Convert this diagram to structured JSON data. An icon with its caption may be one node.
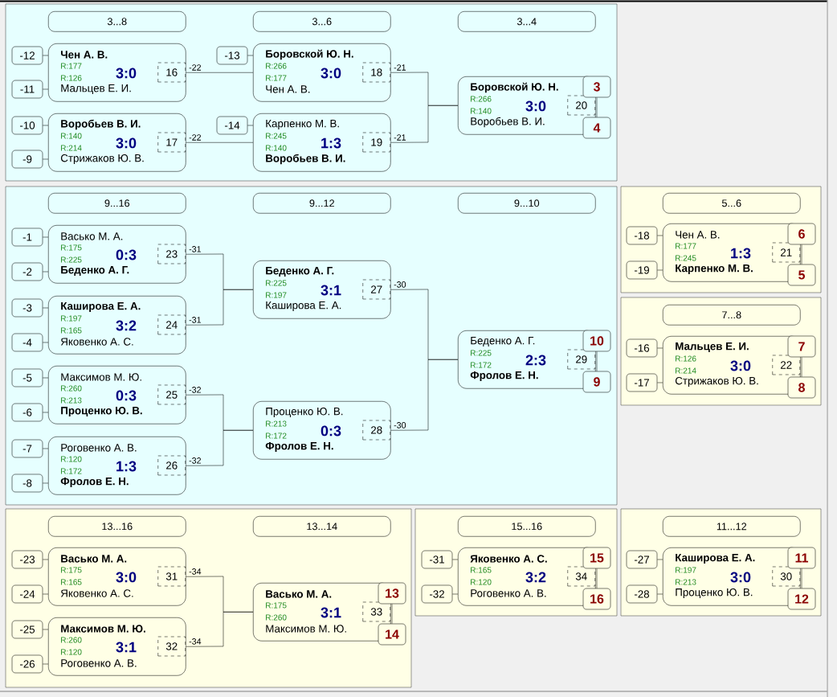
{
  "diagram": {
    "nodes": [
      {
        "text": [],
        "shape": "box"
      },
      {
        "text": [
          "3...8"
        ],
        "in": 0
      },
      {
        "text": [
          "3...6"
        ],
        "in": 0
      },
      {
        "text": [
          "3...4"
        ],
        "in": 0
      },
      {
        "text": [
          "-12"
        ],
        "in": 0
      },
      {
        "text": [
          "-11"
        ],
        "in": 0
      },
      {
        "text": [
          "Чен А. В.",
          "R:177",
          "R:126",
          "3:0",
          "Мальцев Е. И."
        ],
        "in": 0
      },
      {
        "text": [
          "16"
        ],
        "in": 6
      },
      {
        "text": [
          "-10"
        ],
        "in": 0
      },
      {
        "text": [
          "-9"
        ],
        "in": 0
      },
      {
        "text": [
          "Воробьев В. И.",
          "R:140",
          "R:214",
          "3:0",
          "Стрижаков Ю. В."
        ],
        "in": 0
      },
      {
        "text": [
          "17"
        ],
        "in": 10
      },
      {
        "text": [
          "-13"
        ],
        "in": 0
      },
      {
        "text": [
          "Боровской Ю. Н.",
          "R:266",
          "R:177",
          "3:0",
          "Чен А. В."
        ],
        "in": 0
      },
      {
        "text": [
          "18"
        ],
        "in": 13
      },
      {
        "text": [
          "-14"
        ],
        "in": 0
      },
      {
        "text": [
          "Карпенко М. В.",
          "R:245",
          "R:140",
          "1:3",
          "Воробьев В. И."
        ],
        "in": 0
      },
      {
        "text": [
          "19"
        ],
        "in": 16
      },
      {
        "text": [
          "Боровской Ю. Н.",
          "R:266",
          "R:140",
          "3:0",
          "Воробьев В. И."
        ],
        "in": 0
      },
      {
        "text": [
          "20"
        ],
        "in": 18
      },
      {
        "text": [
          "3"
        ],
        "in": 0
      },
      {
        "text": [
          "4"
        ],
        "in": 0
      },
      {
        "text": [],
        "shape": "box"
      },
      {
        "text": [
          "9...16"
        ],
        "in": 22
      },
      {
        "text": [
          "9...12"
        ],
        "in": 22
      },
      {
        "text": [
          "9...10"
        ],
        "in": 22
      },
      {
        "text": [
          "-1"
        ],
        "in": 22
      },
      {
        "text": [
          "-2"
        ],
        "in": 22
      },
      {
        "text": [
          "Васько М. А.",
          "R:175",
          "R:225",
          "0:3",
          "Беденко А. Г."
        ],
        "in": 22
      },
      {
        "text": [
          "23"
        ],
        "in": 28
      },
      {
        "text": [
          "-3"
        ],
        "in": 22
      },
      {
        "text": [
          "-4"
        ],
        "in": 22
      },
      {
        "text": [
          "Каширова Е. А.",
          "R:197",
          "R:165",
          "3:2",
          "Яковенко А. С."
        ],
        "in": 22
      },
      {
        "text": [
          "24"
        ],
        "in": 32
      },
      {
        "text": [
          "-5"
        ],
        "in": 22
      },
      {
        "text": [
          "-6"
        ],
        "in": 22
      },
      {
        "text": [
          "Максимов М. Ю.",
          "R:260",
          "R:213",
          "0:3",
          "Проценко Ю. В."
        ],
        "in": 22
      },
      {
        "text": [
          "25"
        ],
        "in": 36
      },
      {
        "text": [
          "-7"
        ],
        "in": 22
      },
      {
        "text": [
          "-8"
        ],
        "in": 22
      },
      {
        "text": [
          "Роговенко А. В.",
          "R:120",
          "R:172",
          "1:3",
          "Фролов Е. Н."
        ],
        "in": 22
      },
      {
        "text": [
          "26"
        ],
        "in": 40
      },
      {
        "text": [
          "Беденко А. Г.",
          "R:225",
          "R:197",
          "3:1",
          "Каширова Е. А."
        ],
        "in": 22
      },
      {
        "text": [
          "27"
        ],
        "in": 42
      },
      {
        "text": [
          "Проценко Ю. В.",
          "R:213",
          "R:172",
          "0:3",
          "Фролов Е. Н."
        ],
        "in": 22
      },
      {
        "text": [
          "28"
        ],
        "in": 44
      },
      {
        "text": [
          "Беденко А. Г.",
          "R:225",
          "R:172",
          "2:3",
          "Фролов Е. Н."
        ],
        "in": 22
      },
      {
        "text": [
          "29"
        ],
        "in": 46
      },
      {
        "text": [
          "10"
        ],
        "in": 22
      },
      {
        "text": [
          "9"
        ],
        "in": 22
      },
      {
        "text": [],
        "shape": "box"
      },
      {
        "text": [
          "5...6"
        ],
        "in": 50
      },
      {
        "text": [
          "-18"
        ],
        "in": 50
      },
      {
        "text": [
          "-19"
        ],
        "in": 50
      },
      {
        "text": [
          "Чен А. В.",
          "R:177",
          "R:245",
          "1:3",
          "Карпенко М. В."
        ],
        "in": 50
      },
      {
        "text": [
          "21"
        ],
        "in": 54
      },
      {
        "text": [
          "6"
        ],
        "in": 50
      },
      {
        "text": [
          "5"
        ],
        "in": 50
      },
      {
        "text": [],
        "shape": "box"
      },
      {
        "text": [
          "7...8"
        ],
        "in": 58
      },
      {
        "text": [
          "-16"
        ],
        "in": 58
      },
      {
        "text": [
          "-17"
        ],
        "in": 58
      },
      {
        "text": [
          "Мальцев Е. И.",
          "R:126",
          "R:214",
          "3:0",
          "Стрижаков Ю. В."
        ],
        "in": 58
      },
      {
        "text": [
          "22"
        ],
        "in": 62
      },
      {
        "text": [
          "7"
        ],
        "in": 58
      },
      {
        "text": [
          "8"
        ],
        "in": 58
      },
      {
        "text": [],
        "shape": "box"
      },
      {
        "text": [
          "13...16"
        ],
        "in": 66
      },
      {
        "text": [
          "13...14"
        ],
        "in": 66
      },
      {
        "text": [
          "-23"
        ],
        "in": 66
      },
      {
        "text": [
          "-24"
        ],
        "in": 66
      },
      {
        "text": [
          "Васько М. А.",
          "R:175",
          "R:165",
          "3:0",
          "Яковенко А. С."
        ],
        "in": 66
      },
      {
        "text": [
          "31"
        ],
        "in": 71
      },
      {
        "text": [
          "-25"
        ],
        "in": 66
      },
      {
        "text": [
          "-26"
        ],
        "in": 66
      },
      {
        "text": [
          "Максимов М. Ю.",
          "R:260",
          "R:120",
          "3:1",
          "Роговенко А. В."
        ],
        "in": 66
      },
      {
        "text": [
          "32"
        ],
        "in": 75
      },
      {
        "text": [
          "Васько М. А.",
          "R:175",
          "R:260",
          "3:1",
          "Максимов М. Ю."
        ],
        "in": 66
      },
      {
        "text": [
          "33"
        ],
        "in": 77
      },
      {
        "text": [
          "13"
        ],
        "in": 66
      },
      {
        "text": [
          "14"
        ],
        "in": 66
      },
      {
        "text": [],
        "shape": "box"
      },
      {
        "text": [
          "15...16"
        ],
        "in": 81
      },
      {
        "text": [
          "-31"
        ],
        "in": 81
      },
      {
        "text": [
          "-32"
        ],
        "in": 81
      },
      {
        "text": [
          "Яковенко А. С.",
          "R:165",
          "R:120",
          "3:2",
          "Роговенко А. В."
        ],
        "in": 81
      },
      {
        "text": [
          "34"
        ],
        "in": 85
      },
      {
        "text": [
          "15"
        ],
        "in": 81
      },
      {
        "text": [
          "16"
        ],
        "in": 81
      },
      {
        "text": [],
        "shape": "box"
      },
      {
        "text": [
          "11...12"
        ],
        "in": 89
      },
      {
        "text": [
          "-27"
        ],
        "in": 89
      },
      {
        "text": [
          "-28"
        ],
        "in": 89
      },
      {
        "text": [
          "Каширова Е. А.",
          "R:197",
          "R:213",
          "3:0",
          "Проценко Ю. В."
        ],
        "in": 89
      },
      {
        "text": [
          "30"
        ],
        "in": 93
      },
      {
        "text": [
          "11"
        ],
        "in": 89
      },
      {
        "text": [
          "12"
        ],
        "in": 89
      }
    ],
    "edges": [
      {
        "from": 4,
        "to": 6,
        "arrow": "none"
      },
      {
        "from": 5,
        "to": 6,
        "arrow": "none"
      },
      {
        "from": 8,
        "to": 10,
        "arrow": "none"
      },
      {
        "from": 9,
        "to": 10,
        "arrow": "none"
      },
      {
        "from": 12,
        "to": 13,
        "arrow": "none"
      },
      {
        "from": 15,
        "to": 16,
        "arrow": "none"
      },
      {
        "from": 6,
        "to": 13,
        "arrow": "none",
        "label": "-22"
      },
      {
        "from": 10,
        "to": 16,
        "arrow": "none",
        "label": "-22"
      },
      {
        "from": 13,
        "to": 18,
        "arrow": "none",
        "label": "-21"
      },
      {
        "from": 16,
        "to": 18,
        "arrow": "none",
        "label": "-21"
      },
      {
        "from": 20,
        "to": 21,
        "arrow": "none"
      },
      {
        "from": 26,
        "to": 28,
        "arrow": "none"
      },
      {
        "from": 27,
        "to": 28,
        "arrow": "none"
      },
      {
        "from": 30,
        "to": 32,
        "arrow": "none"
      },
      {
        "from": 31,
        "to": 32,
        "arrow": "none"
      },
      {
        "from": 34,
        "to": 36,
        "arrow": "none"
      },
      {
        "from": 35,
        "to": 36,
        "arrow": "none"
      },
      {
        "from": 38,
        "to": 40,
        "arrow": "none"
      },
      {
        "from": 39,
        "to": 40,
        "arrow": "none"
      },
      {
        "from": 28,
        "to": 42,
        "arrow": "none",
        "label": "-31"
      },
      {
        "from": 32,
        "to": 42,
        "arrow": "none",
        "label": "-31"
      },
      {
        "from": 36,
        "to": 44,
        "arrow": "none",
        "label": "-32"
      },
      {
        "from": 40,
        "to": 44,
        "arrow": "none",
        "label": "-32"
      },
      {
        "from": 42,
        "to": 46,
        "arrow": "none",
        "label": "-30"
      },
      {
        "from": 44,
        "to": 46,
        "arrow": "none",
        "label": "-30"
      },
      {
        "from": 48,
        "to": 49,
        "arrow": "none"
      },
      {
        "from": 52,
        "to": 54,
        "arrow": "none"
      },
      {
        "from": 53,
        "to": 54,
        "arrow": "none"
      },
      {
        "from": 56,
        "to": 57,
        "arrow": "none"
      },
      {
        "from": 60,
        "to": 62,
        "arrow": "none"
      },
      {
        "from": 61,
        "to": 62,
        "arrow": "none"
      },
      {
        "from": 64,
        "to": 65,
        "arrow": "none"
      },
      {
        "from": 69,
        "to": 71,
        "arrow": "none"
      },
      {
        "from": 70,
        "to": 71,
        "arrow": "none"
      },
      {
        "from": 73,
        "to": 75,
        "arrow": "none"
      },
      {
        "from": 74,
        "to": 75,
        "arrow": "none"
      },
      {
        "from": 71,
        "to": 77,
        "arrow": "none",
        "label": "-34"
      },
      {
        "from": 75,
        "to": 77,
        "arrow": "none",
        "label": "-34"
      },
      {
        "from": 79,
        "to": 80,
        "arrow": "none"
      },
      {
        "from": 83,
        "to": 85,
        "arrow": "none"
      },
      {
        "from": 84,
        "to": 85,
        "arrow": "none"
      },
      {
        "from": 87,
        "to": 88,
        "arrow": "none"
      },
      {
        "from": 91,
        "to": 93,
        "arrow": "none"
      },
      {
        "from": 92,
        "to": 93,
        "arrow": "none"
      },
      {
        "from": 95,
        "to": 96,
        "arrow": "none"
      }
    ]
  }
}
